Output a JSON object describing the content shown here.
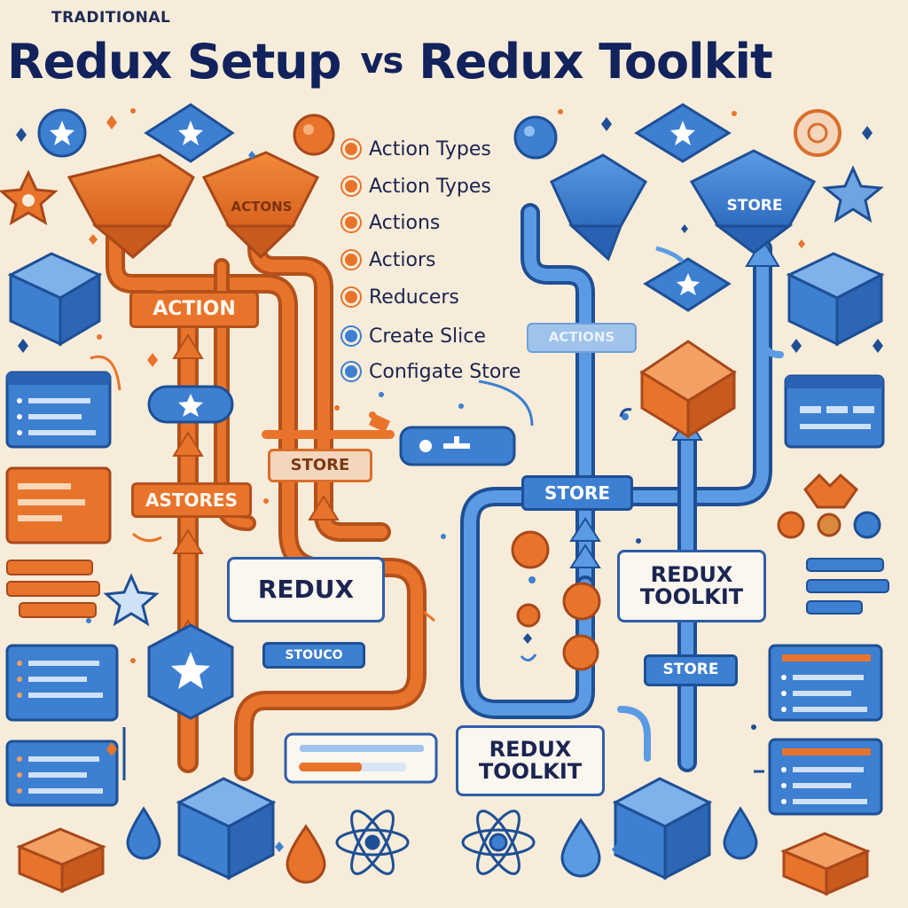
{
  "header": {
    "subtitle": "TRADITIONAL",
    "title_left": "Redux Setup",
    "title_vs": "vs",
    "title_right": "Redux Toolkit"
  },
  "legend": [
    {
      "label": "Action Types",
      "color": "#e8742c"
    },
    {
      "label": "Action Types",
      "color": "#e8742c"
    },
    {
      "label": "Actions",
      "color": "#e8742c"
    },
    {
      "label": "Actiors",
      "color": "#e8742c"
    },
    {
      "label": "Reducers",
      "color": "#e8742c"
    },
    {
      "label": "Create Slice",
      "color": "#3d7fd0"
    },
    {
      "label": "Configate Store",
      "color": "#3d7fd0"
    }
  ],
  "left_flow": {
    "funnel_label": "ACTONS",
    "action": "ACTION",
    "store": "STORE",
    "astores": "ASTORES",
    "redux": "REDUX",
    "small_store": "STOUCO"
  },
  "right_flow": {
    "funnel_store": "STORE",
    "actions_faded": "ACTIONS",
    "store_mid": "STORE",
    "toolkit_top": "REDUX TOOLKIT",
    "store_lower": "STORE",
    "toolkit_bottom": "REDUX TOOLKIT"
  },
  "colors": {
    "background": "#f6ecd9",
    "orange": "#e8742c",
    "blue": "#3d7fd0",
    "navy": "#12225c"
  }
}
